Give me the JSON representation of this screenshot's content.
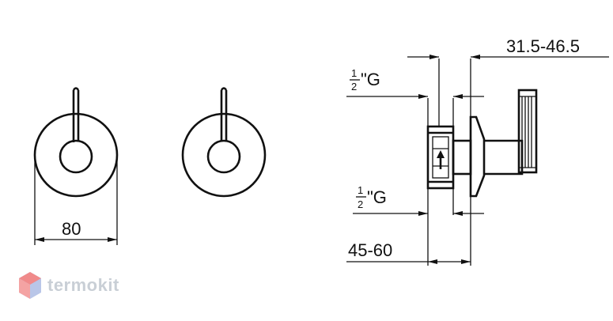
{
  "diagram": {
    "dimensions": {
      "plate_diameter": "80",
      "depth_range": "45-60",
      "projection_range": "31.5-46.5",
      "thread_top": {
        "numerator": "1",
        "denominator": "2",
        "suffix": "\"G"
      },
      "thread_bottom": {
        "numerator": "1",
        "denominator": "2",
        "suffix": "\"G"
      }
    },
    "watermark": {
      "text": "termokit"
    },
    "colors": {
      "line": "#111111",
      "watermark": "#c9cfd6",
      "logo_red": "#f08a8a",
      "logo_blue": "#b9c6e8"
    }
  }
}
